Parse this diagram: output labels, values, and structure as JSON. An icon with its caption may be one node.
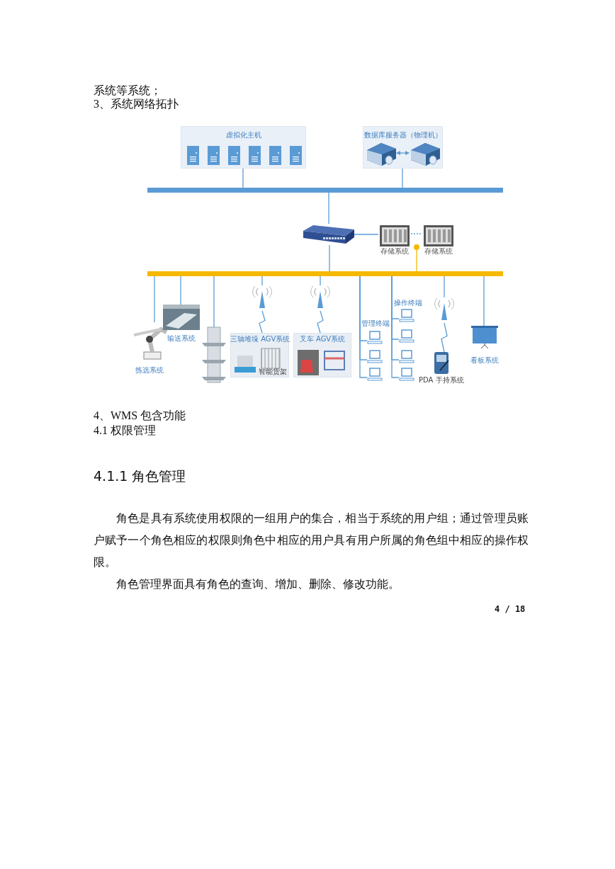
{
  "diagram": {
    "title": "3、系统网络拓扑",
    "nodes": [
      {
        "text": [
          "虚拟化主机"
        ]
      },
      {
        "text": [
          "数据库服务器（物理机）"
        ]
      },
      {
        "text": [],
        "shape": "picture",
        "in": 1
      },
      {
        "text": [],
        "shape": "picture",
        "in": 1
      },
      {
        "text": [],
        "shape": "bar"
      },
      {
        "text": [],
        "shape": "picture"
      },
      {
        "text": [
          "存储系统"
        ]
      },
      {
        "text": [
          "存储系统"
        ]
      },
      {
        "text": [],
        "shape": "circle"
      },
      {
        "text": [],
        "shape": "bar"
      },
      {
        "text": [
          "拣选系统"
        ]
      },
      {
        "text": [
          "输送系统"
        ]
      },
      {
        "text": [],
        "shape": "box"
      },
      {
        "text": [
          "三轴堆垛 AGV系统",
          "智能货架"
        ]
      },
      {
        "text": [
          "叉车 AGV系统"
        ]
      },
      {
        "text": [],
        "shape": "picture"
      },
      {
        "text": [],
        "shape": "picture"
      },
      {
        "text": [],
        "shape": "picture"
      },
      {
        "text": [],
        "shape": "picture"
      },
      {
        "text": [],
        "shape": "picture"
      },
      {
        "text": [],
        "shape": "picture"
      },
      {
        "text": [],
        "shape": "picture"
      },
      {
        "text": [
          "PDA 手持系统"
        ]
      },
      {
        "text": [
          "看板系统"
        ]
      },
      {
        "text": [],
        "shape": "antenna"
      },
      {
        "text": [],
        "shape": "antenna"
      },
      {
        "text": [],
        "shape": "antenna"
      }
    ],
    "edges": [
      {
        "from": 0,
        "to": 4,
        "arrow": "none"
      },
      {
        "from": 1,
        "to": 4,
        "arrow": "none"
      },
      {
        "from": 2,
        "to": 3,
        "arrow": "both"
      },
      {
        "from": 4,
        "to": 5,
        "arrow": "none"
      },
      {
        "from": 5,
        "to": 6,
        "arrow": "none"
      },
      {
        "from": 6,
        "to": 7,
        "arrow": "none",
        "style": "dashed"
      },
      {
        "from": 8,
        "to": 9,
        "arrow": "none",
        "color": "#f5b800"
      },
      {
        "from": 5,
        "to": 9,
        "arrow": "none"
      },
      {
        "from": 9,
        "to": 10,
        "arrow": "none"
      },
      {
        "from": 9,
        "to": 11,
        "arrow": "none"
      },
      {
        "from": 9,
        "to": 12,
        "arrow": "none"
      },
      {
        "from": 9,
        "to": 24,
        "arrow": "none"
      },
      {
        "from": 9,
        "to": 25,
        "arrow": "none"
      },
      {
        "from": 9,
        "to": 15,
        "arrow": "none"
      },
      {
        "from": 9,
        "to": 16,
        "arrow": "none"
      },
      {
        "from": 9,
        "to": 17,
        "arrow": "none"
      },
      {
        "from": 9,
        "to": 18,
        "arrow": "none"
      },
      {
        "from": 9,
        "to": 19,
        "arrow": "none"
      },
      {
        "from": 9,
        "to": 20,
        "arrow": "none"
      },
      {
        "from": 9,
        "to": 21,
        "arrow": "none"
      },
      {
        "from": 9,
        "to": 26,
        "arrow": "none"
      },
      {
        "from": 9,
        "to": 23,
        "arrow": "none"
      },
      {
        "from": 24,
        "to": 13,
        "arrow": "none"
      },
      {
        "from": 25,
        "to": 14,
        "arrow": "none"
      },
      {
        "from": 26,
        "to": 22,
        "arrow": "none"
      }
    ],
    "labels": [
      "系统等系统；",
      "管理终端",
      "操作终端",
      "4、WMS 包含功能",
      "4.1 权限管理",
      "4.1.1 角色管理",
      "角色是具有系统使用权限的一组用户的集合，相当于系统的用户组；通过管理员账户赋予一个角色相应的权限则角色中相应的用户具有用户所属的角色组中相应的操作权限。",
      "角色管理界面具有角色的查询、增加、删除、修改功能。",
      "4 / 18"
    ]
  }
}
